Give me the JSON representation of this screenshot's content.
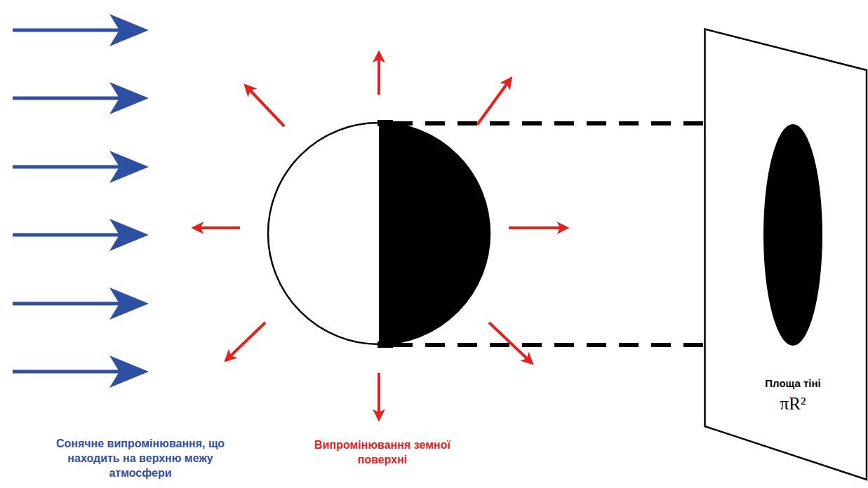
{
  "diagram": {
    "nodes": [
      {
        "text": [
          "Площа тіні",
          "πR²"
        ]
      }
    ],
    "labels": [
      "Сонячне випромінювання, що находить на верхню межу атмосфери",
      "Випромінювання земної поверхні"
    ]
  }
}
